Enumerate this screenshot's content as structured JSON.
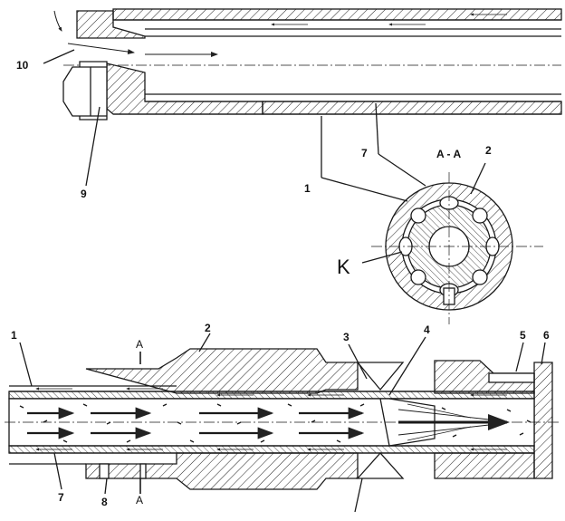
{
  "labels": {
    "n1_top": "1",
    "n2_top": "2",
    "n7_top": "7",
    "n9": "9",
    "n10": "10",
    "section": "A - A",
    "k": "K",
    "n1_bottom": "1",
    "n2_bottom": "2",
    "n3": "3",
    "n4": "4",
    "n5": "5",
    "n6": "6",
    "n7_bottom": "7",
    "n8": "8",
    "a_top": "A",
    "a_bottom": "A"
  },
  "colors": {
    "ink": "#1a1a1a",
    "background": "#ffffff"
  }
}
